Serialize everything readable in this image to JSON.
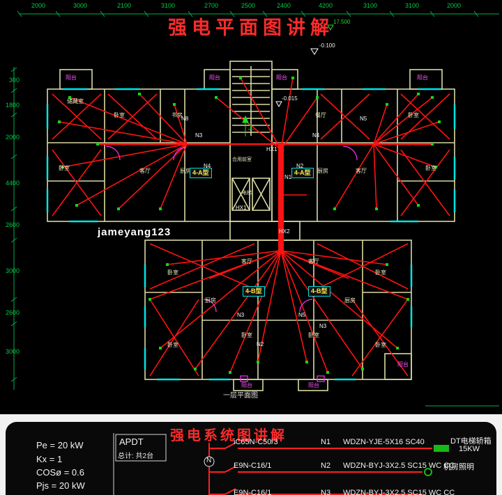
{
  "plan": {
    "title": "强电平面图讲解",
    "watermark": "jameyang123",
    "caption": "一层平面图",
    "elevations": {
      "machine_room": "17.500",
      "entry": "-0.100",
      "landing": "-0.015"
    },
    "unit_types": {
      "a": "4-A型",
      "b": "4-B型"
    },
    "rooms": {
      "bedroom": "卧室",
      "living": "客厅",
      "balcony": "阳台",
      "kitchen": "厨房",
      "study": "书房",
      "storage": "储藏室",
      "dining": "餐厅",
      "elevator": "电梯",
      "lobby": "合用前室",
      "stair_up": "上"
    },
    "circuit_tags": {
      "n1": "N1",
      "n2": "N2",
      "n3": "N3",
      "n4": "N4",
      "n5": "N5",
      "n8": "N8",
      "hx1": "HX1",
      "hx2": "HX2"
    },
    "dims_top": [
      "2000",
      "3000",
      "2100",
      "3100",
      "2700",
      "2500",
      "2400",
      "4200",
      "3100",
      "3100",
      "2000"
    ],
    "dims_left": [
      "300",
      "1800",
      "2000",
      "4400",
      "2600",
      "3000",
      "2600",
      "3000"
    ]
  },
  "system": {
    "title": "强电系统图讲解",
    "specs": [
      "Pe = 20 kW",
      "Kx = 1",
      "COSø = 0.6",
      "Pjs = 20 kW"
    ],
    "panel_name": "APDT",
    "panel_note": "总计: 共2台",
    "neutral": "N",
    "rows": [
      {
        "breaker": "iC65N-C50/3",
        "circuit": "N1",
        "cable": "WDZN-YJE-5X16 SC40",
        "load": "DT电梯轿箱",
        "load2": "15KW"
      },
      {
        "breaker": "E9N-C16/1",
        "circuit": "N2",
        "cable": "WDZN-BYJ-3X2.5 SC15 WC CC",
        "load": "机房照明",
        "load2": ""
      },
      {
        "breaker": "E9N-C16/1",
        "circuit": "N3",
        "cable": "WDZN-BYJ-3X2.5 SC15 WC CC",
        "load": "",
        "load2": ""
      }
    ]
  }
}
